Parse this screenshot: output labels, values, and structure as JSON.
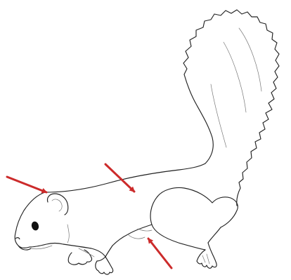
{
  "figure": {
    "subject": "squirrel-line-drawing",
    "background_color": "#ffffff",
    "line_color": "#222222",
    "arrow_color": "#cc2b2b",
    "arrow_count": 3,
    "arrow_targets": [
      "ear",
      "back",
      "hind-leg"
    ]
  }
}
